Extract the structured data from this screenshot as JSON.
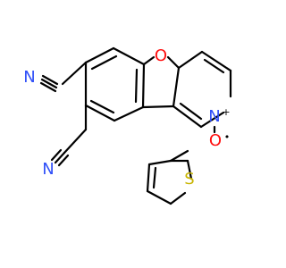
{
  "molecule": {
    "atoms": {
      "oxygen_ring": {
        "label": "O",
        "color": "#ff0d0d"
      },
      "nitrogen_pyridine": {
        "label": "N",
        "color": "#3050f8"
      },
      "n_plus": {
        "label": "+",
        "color": "#000000"
      },
      "oxygen_oxide": {
        "label": "O",
        "color": "#ff0d0d"
      },
      "o_minus": {
        "label": "•",
        "color": "#000000"
      },
      "sulfur": {
        "label": "S",
        "color": "#c8b400"
      },
      "nitrile_n_top": {
        "label": "N",
        "color": "#3050f8"
      },
      "nitrile_n_bottom": {
        "label": "N",
        "color": "#3050f8"
      }
    },
    "bond_color": "#000000"
  }
}
